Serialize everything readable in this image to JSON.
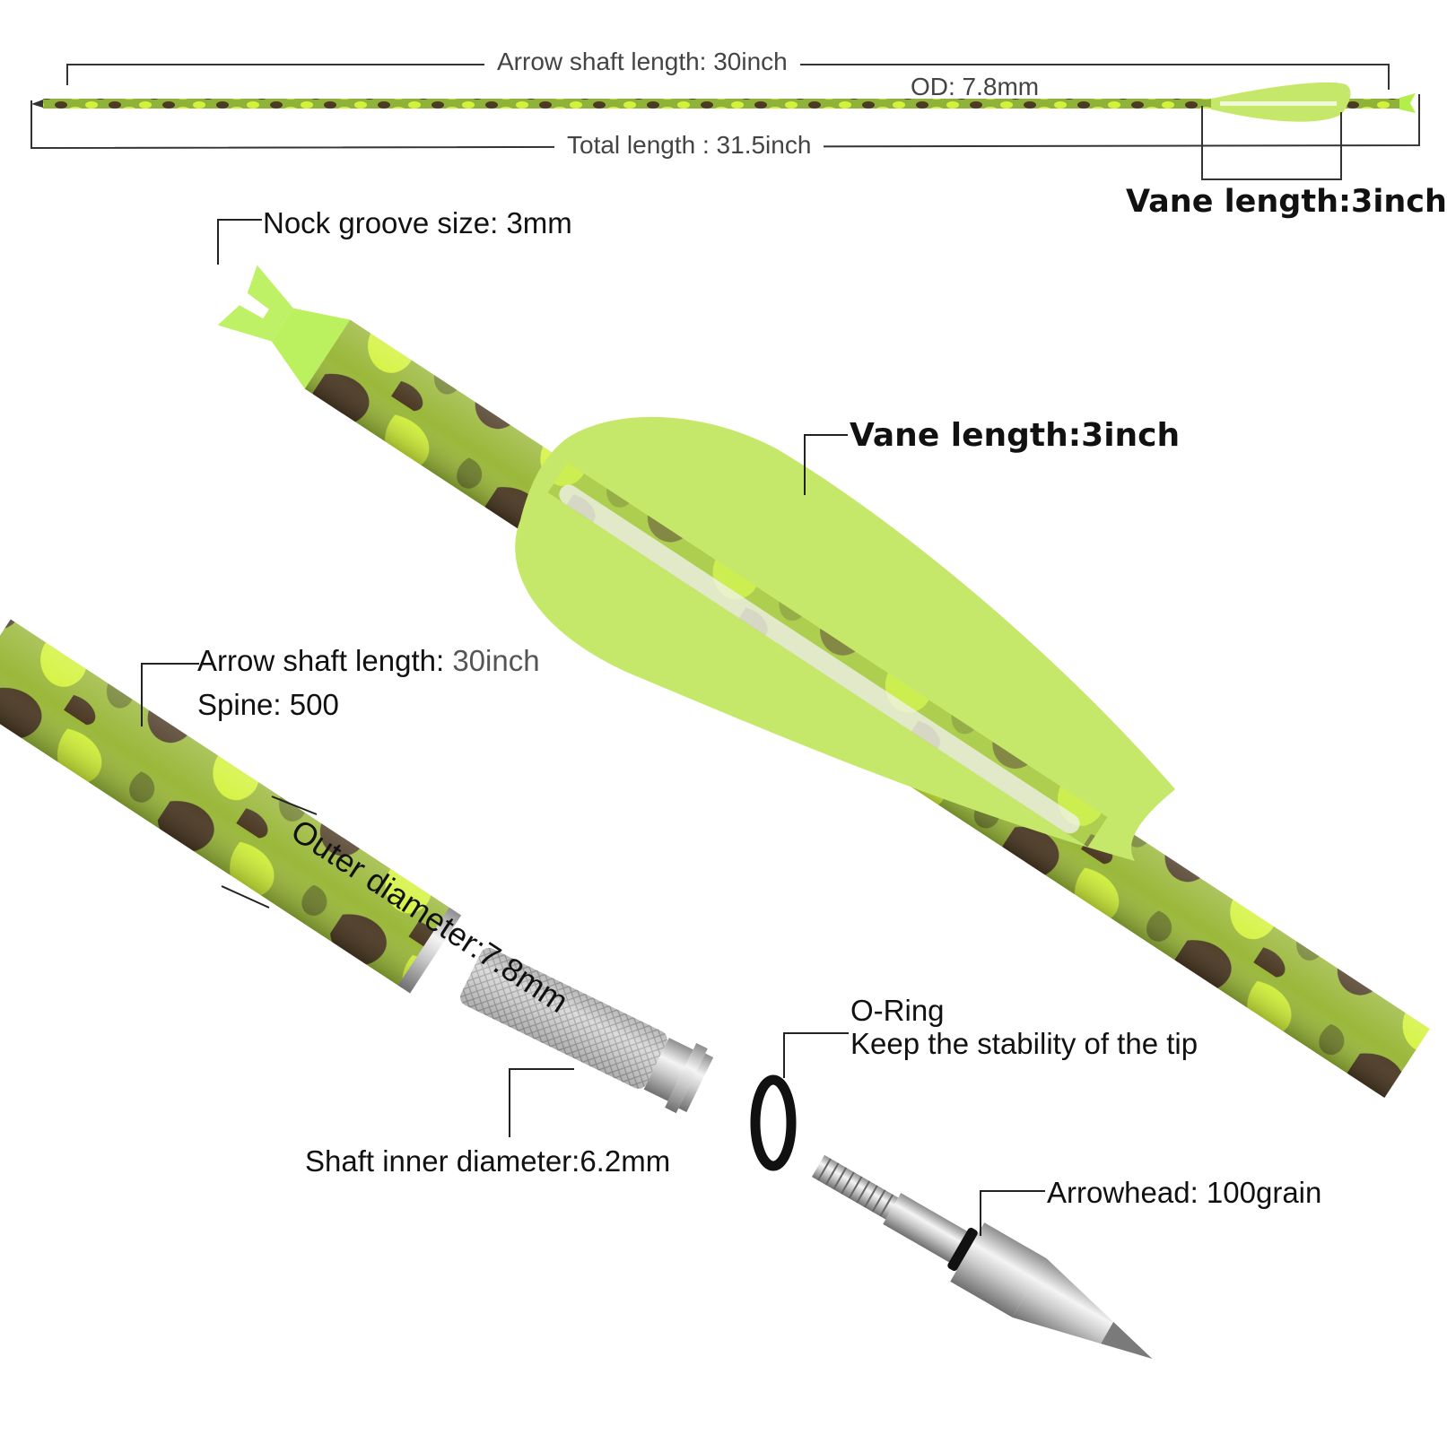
{
  "colors": {
    "background": "#ffffff",
    "vane": "#c6e86a",
    "nock": "#b4ee4c",
    "camo_base": "#9ab83a",
    "camo_dark": "#4c3a24",
    "camo_lime": "#d3f23b",
    "camo_olive": "#6f7f2c",
    "metal": "#d6d6d6",
    "oring": "#111111",
    "line": "#222222"
  },
  "icons": [
    "arrow-shaft",
    "vane",
    "nock",
    "insert",
    "o-ring",
    "arrowhead"
  ],
  "top": {
    "shaft_length": "Arrow shaft length: 30inch",
    "od": "OD: 7.8mm",
    "total_length": "Total length : 31.5inch",
    "vane_length": "Vane length:3inch"
  },
  "labels": {
    "nock_groove": "Nock groove size: 3mm",
    "vane_length": "Vane length:3inch",
    "shaft_length_prefix": "Arrow shaft length: ",
    "shaft_length_value": "30inch",
    "spine": "Spine: 500",
    "outer_diameter": "Outer diameter:7.8mm",
    "o_ring_title": "O-Ring",
    "o_ring_desc": "Keep the stability of the tip",
    "inner_diameter": "Shaft inner diameter:6.2mm",
    "arrowhead": "Arrowhead: 100grain"
  }
}
